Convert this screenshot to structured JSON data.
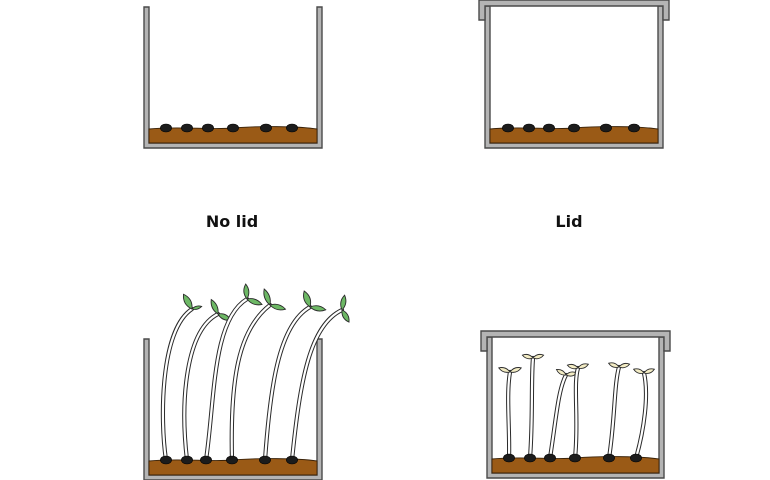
{
  "labels": {
    "no_lid": "No lid",
    "lid": "Lid"
  },
  "colors": {
    "container_fill": "#b4b4b4",
    "container_stroke": "#4a4a4a",
    "soil": "#9a5a16",
    "seed": "#1c1c1c",
    "stem_light_grown": "#ffffff",
    "leaf_light_grown": "#6db865",
    "stem_dark_grown": "#ffffff",
    "leaf_dark_grown": "#f3ecc4",
    "outline": "#2a2a2a"
  },
  "panels": [
    {
      "id": "no-lid-seeds",
      "lid": false,
      "stage": "seeds",
      "seed_count": 6
    },
    {
      "id": "lid-seeds",
      "lid": true,
      "stage": "seeds",
      "seed_count": 6
    },
    {
      "id": "no-lid-seedlings",
      "lid": false,
      "stage": "seedlings",
      "seedling_count": 6,
      "leaf_color": "green"
    },
    {
      "id": "lid-seedlings",
      "lid": true,
      "stage": "seedlings",
      "seedling_count": 6,
      "leaf_color": "pale yellow"
    }
  ]
}
